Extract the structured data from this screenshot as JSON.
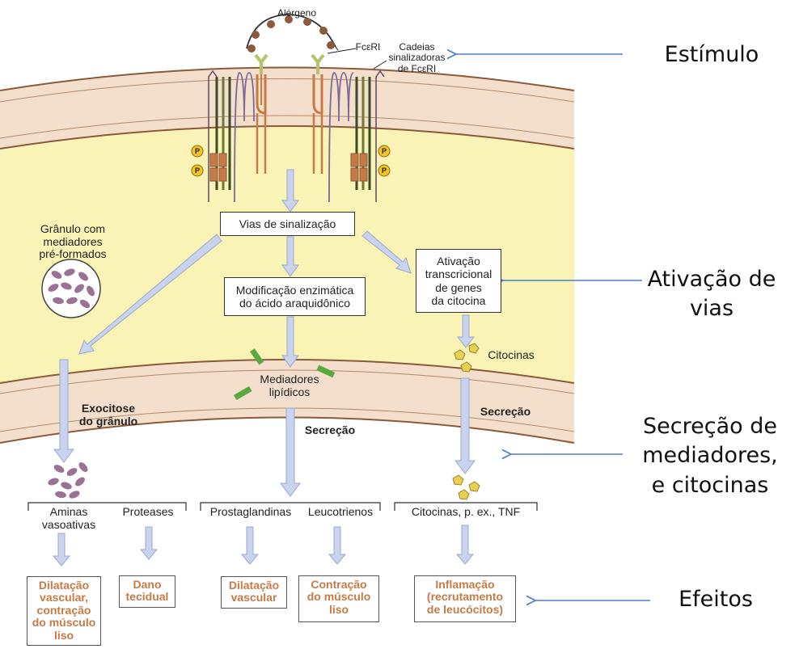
{
  "colors": {
    "cytoplasm": "#f9f4b6",
    "membrane": "#f3dfcb",
    "membrane_line": "#8a5a3a",
    "arrow_fill": "#c9d3ee",
    "arrow_stroke": "#9aa8cf",
    "effect_text": "#c77a45",
    "granule": "#9a7394",
    "lipid": "#5aa840",
    "cytokine": "#e9cf55",
    "phospho": "#f4c12a",
    "blue_pointer": "#4f7fc6"
  },
  "top": {
    "allergen": "Alérgeno",
    "receptor": "FcεRI",
    "signaling_chains": "Cadeias\nsinalizadoras\nde FcεRI",
    "phospho_symbol": "P"
  },
  "cell": {
    "granule_label": "Grânulo com\nmediadores\npré-formados",
    "signaling_pathways": "Vias de sinalização",
    "enzymatic_modification": "Modificação enzimática\ndo ácido araquidônico",
    "transcription_activation": "Ativação\ntranscricional\nde genes\nda citocina",
    "lipid_mediators": "Mediadores\nlipídicos",
    "cytokines": "Citocinas",
    "exocytosis": "Exocitose\ndo grânulo",
    "secretion_center": "Secreção",
    "secretion_right": "Secreção"
  },
  "products": {
    "vasoactive_amines": "Aminas\nvasoativas",
    "proteases": "Proteases",
    "prostaglandins": "Prostaglandinas",
    "leukotrienes": "Leucotrienos",
    "cytokines_tnf": "Citocinas, p. ex., TNF"
  },
  "effects": {
    "vascular_dilation_contraction": "Dilatação\nvascular,\ncontração\ndo músculo\nliso",
    "tissue_damage": "Dano\ntecidual",
    "vascular_dilation": "Dilatação\nvascular",
    "muscle_contraction": "Contração\ndo músculo\nliso",
    "inflammation": "Inflamação\n(recrutamento\nde leucócitos)"
  },
  "stages": {
    "stimulus": "Estímulo",
    "pathway_activation": "Ativação de\nvias",
    "mediator_secretion": "Secreção de\nmediadores,\ne citocinas",
    "effects": "Efeitos"
  }
}
